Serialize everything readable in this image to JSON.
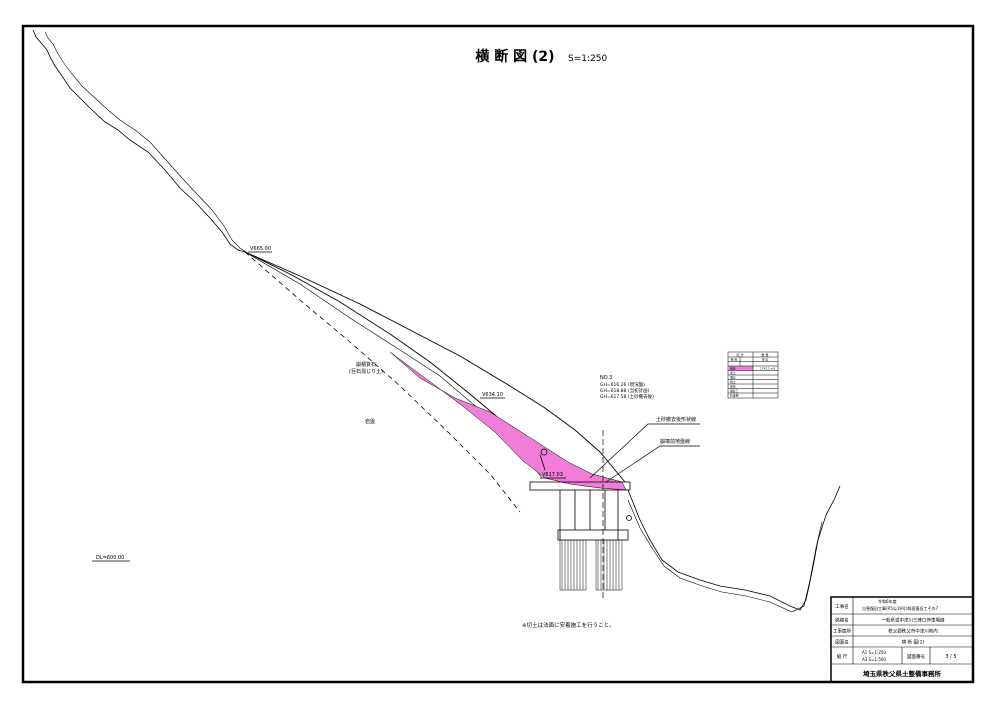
{
  "title": {
    "main": "横 断 図 (2)",
    "scale": "S=1:250"
  },
  "elevations": {
    "upper": "V665.00",
    "middle": "V634.10",
    "lower": "V617.03",
    "datum": "DL=600.00"
  },
  "labels": {
    "material_line1": "崩積質石",
    "material_line2": "(巨石混じり土)",
    "bedrock": "岩盤",
    "station": "NO.3",
    "gh1": "GH=616.26 (現況盤)",
    "gh2": "GH=618.88 (当初計画)",
    "gh3": "GH=617.58 (土砂撤去後)",
    "leader1": "土砂撤去後形状線",
    "leader2": "崩壊前地盤線",
    "note": "※切土は法面に安着施工を行うこと。"
  },
  "legend": {
    "header": [
      "区 分",
      "数 量"
    ],
    "subheader": [
      "種 別",
      "",
      "単 位"
    ],
    "rows": [
      "撤去",
      "盛土",
      "埋戻",
      "残土",
      "置換",
      "舗装工",
      "防護柵"
    ],
    "highlight_row": 0,
    "highlight_value": "1741.1 m3"
  },
  "title_block": {
    "rows": [
      {
        "label": "工事名",
        "value_line1": "令和6年度",
        "value_line2": "災害復旧工事(R5災19号)斜面復旧工その7"
      },
      {
        "label": "路線名",
        "value": "一般県道中津川三峰口停車場線"
      },
      {
        "label": "工事箇所",
        "value": "秩父郡秩父市中津川地内"
      },
      {
        "label": "図面名",
        "value": "横 断 図(2)"
      }
    ],
    "scale_label": "縮 尺",
    "scale_a1": "A1 S=1:250",
    "scale_a3": "A3 S=1:500",
    "drawing_no_label": "図面番号",
    "drawing_no": "3 / 5",
    "office": "埼玉県秩父県土整備事務所"
  },
  "colors": {
    "highlight": "#f07ed8",
    "line": "#000000"
  }
}
